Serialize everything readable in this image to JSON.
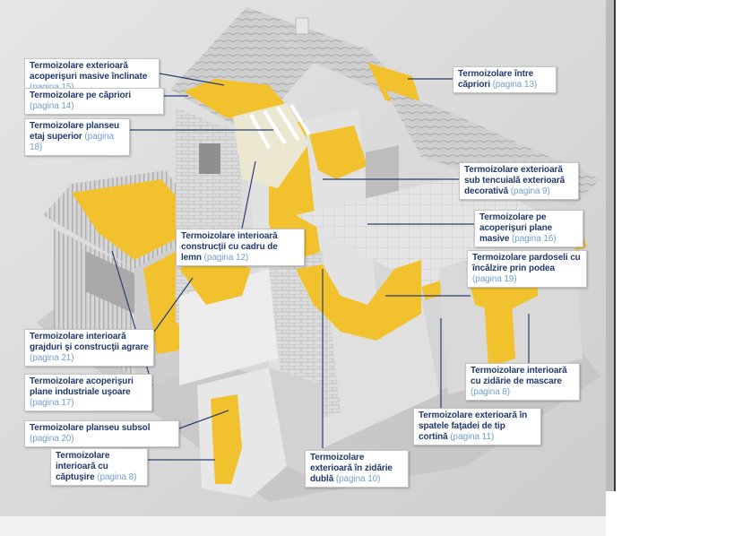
{
  "colors": {
    "label_text": "#1f3a6b",
    "page_ref": "#6f9fd2",
    "insulation": "#f2c12e",
    "leader_line": "#27406e"
  },
  "callouts": [
    {
      "id": "c1",
      "text": "Termoizolare exterioară acoperişuri masive înclinate",
      "page": "(pagina 15)"
    },
    {
      "id": "c2",
      "text": "Termoizolare pe căpriori",
      "page": "(pagina 14)"
    },
    {
      "id": "c3",
      "text": "Termoizolare planseu etaj superior",
      "page": "(pagina 18)"
    },
    {
      "id": "c4",
      "text": "Termoizolare între căpriori",
      "page": "(pagina 13)"
    },
    {
      "id": "c5",
      "text": "Termoizolare exterioară sub tencuială exterioară decorativă",
      "page": "(pagina 9)"
    },
    {
      "id": "c6",
      "text": "Termoizolare interioară construcţii cu cadru de lemn",
      "page": "(pagina 12)"
    },
    {
      "id": "c7",
      "text": "Termoizolare pe acoperişuri plane masive",
      "page": "(pagina 16)"
    },
    {
      "id": "c8",
      "text": "Termoizolare pardoseli cu încălzire prin podea",
      "page": "(pagina 19)"
    },
    {
      "id": "c9",
      "text": "Termoizolare interioară grajduri şi construcţii agrare",
      "page": "(pagina 21)"
    },
    {
      "id": "c10",
      "text": "Termoizolare interioară cu zidărie de mascare",
      "page": "(pagina 8)"
    },
    {
      "id": "c11",
      "text": "Termoizolare acoperişuri plane industriale uşoare",
      "page": "(pagina 17)"
    },
    {
      "id": "c12",
      "text": "Termoizolare exterioară în spatele faţadei de tip cortină",
      "page": "(pagina 11)"
    },
    {
      "id": "c13",
      "text": "Termoizolare planseu subsol",
      "page": "(pagina 20)"
    },
    {
      "id": "c14",
      "text": "Termoizolare exterioară în zidărie dublă",
      "page": "(pagina 10)"
    },
    {
      "id": "c15",
      "text": "Termoizolare interioară cu căptuşire",
      "page": "(pagina 8)"
    }
  ]
}
